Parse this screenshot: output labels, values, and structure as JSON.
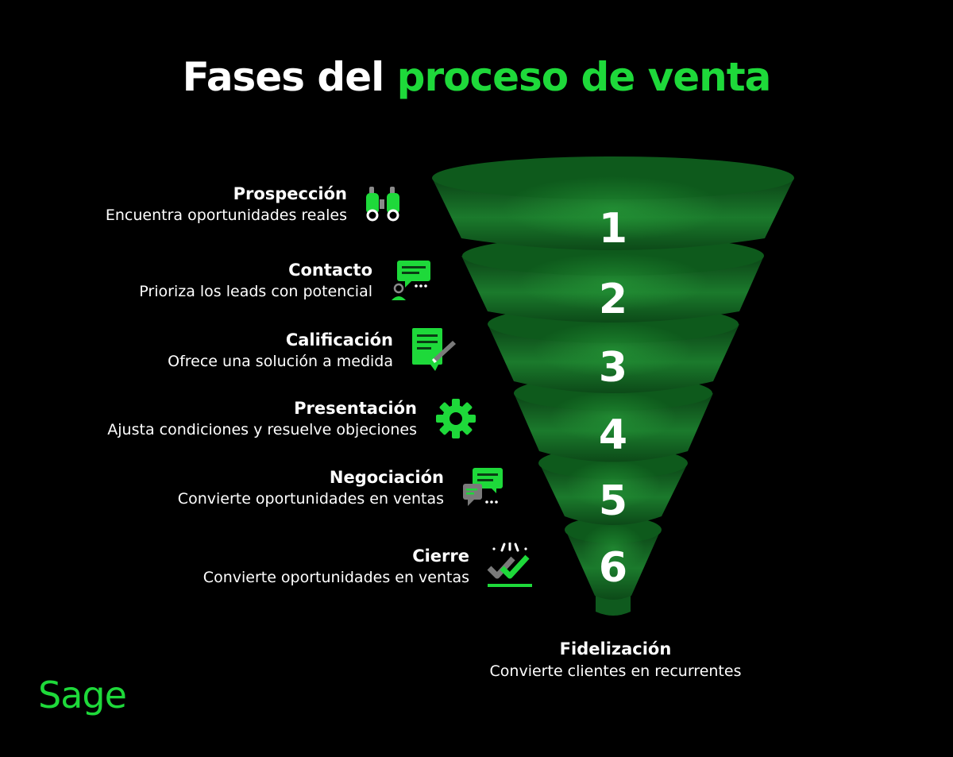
{
  "title": {
    "part1": "Fases del",
    "part2": "proceso de venta"
  },
  "steps": [
    {
      "number": "1",
      "name": "Prospección",
      "desc": "Encuentra oportunidades reales",
      "icon": "binoculars-icon"
    },
    {
      "number": "2",
      "name": "Contacto",
      "desc": "Prioriza los leads con potencial",
      "icon": "chat-person-icon"
    },
    {
      "number": "3",
      "name": "Calificación",
      "desc": "Ofrece una solución a medida",
      "icon": "document-pen-icon"
    },
    {
      "number": "4",
      "name": "Presentación",
      "desc": "Ajusta condiciones y resuelve objeciones",
      "icon": "gear-icon"
    },
    {
      "number": "5",
      "name": "Negociación",
      "desc": "Convierte oportunidades en ventas",
      "icon": "chat-bubbles-icon"
    },
    {
      "number": "6",
      "name": "Cierre",
      "desc": "Convierte oportunidades en ventas",
      "icon": "double-check-icon"
    }
  ],
  "final": {
    "name": "Fidelización",
    "desc": "Convierte clientes en recurrentes"
  },
  "brand": "Sage",
  "colors": {
    "background": "#000000",
    "accent": "#1ed93a",
    "funnel_light": "#1f7a30",
    "funnel_dark": "#0a3d14",
    "icon_gray": "#7a7a7a"
  }
}
